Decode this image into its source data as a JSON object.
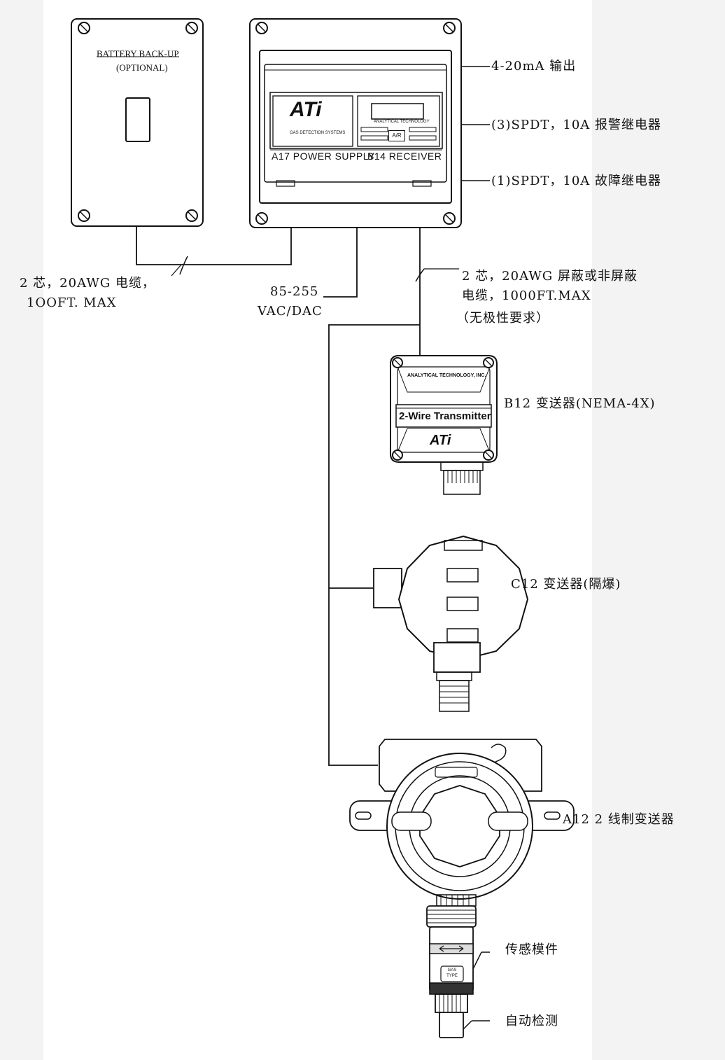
{
  "battery_box": {
    "title": "BATTERY BACK-UP",
    "subtitle": "(OPTIONAL)"
  },
  "receiver_panel": {
    "logo": "ATi",
    "logo_caption": "GAS DETECTION SYSTEMS",
    "display_caption": "ANALYTICAL TECHNOLOGY",
    "button_label": "A/R",
    "power_supply_label": "A17 POWER SUPPLY",
    "receiver_label": "B14 RECEIVER"
  },
  "outputs": {
    "analog": "4-20mA 输出",
    "alarm_relays": "(3)SPDT，10A 报警继电器",
    "fault_relay": "(1)SPDT，10A 故障继电器"
  },
  "cables": {
    "battery_cable_line1": "2 芯，20AWG 电缆，",
    "battery_cable_line2": "1OOFT. MAX",
    "power_line1": "85-255",
    "power_line2": "VAC/DAC",
    "signal_cable_line1": "2 芯，20AWG 屏蔽或非屏蔽",
    "signal_cable_line2": "电缆，1000FT.MAX",
    "signal_cable_line3": "（无极性要求）"
  },
  "b12": {
    "maker": "ANALYTICAL TECHNOLOGY, INC.",
    "nameplate": "2-Wire Transmitter",
    "logo": "ATi",
    "label": "B12 变送器(NEMA-4X)"
  },
  "c12": {
    "label": "C12 变送器(隔爆)"
  },
  "a12": {
    "label": "A12  2 线制变送器",
    "gas_type_line1": "GAS",
    "gas_type_line2": "TYPE",
    "sensor_module_label": "传感模件",
    "auto_test_label": "自动检测"
  }
}
